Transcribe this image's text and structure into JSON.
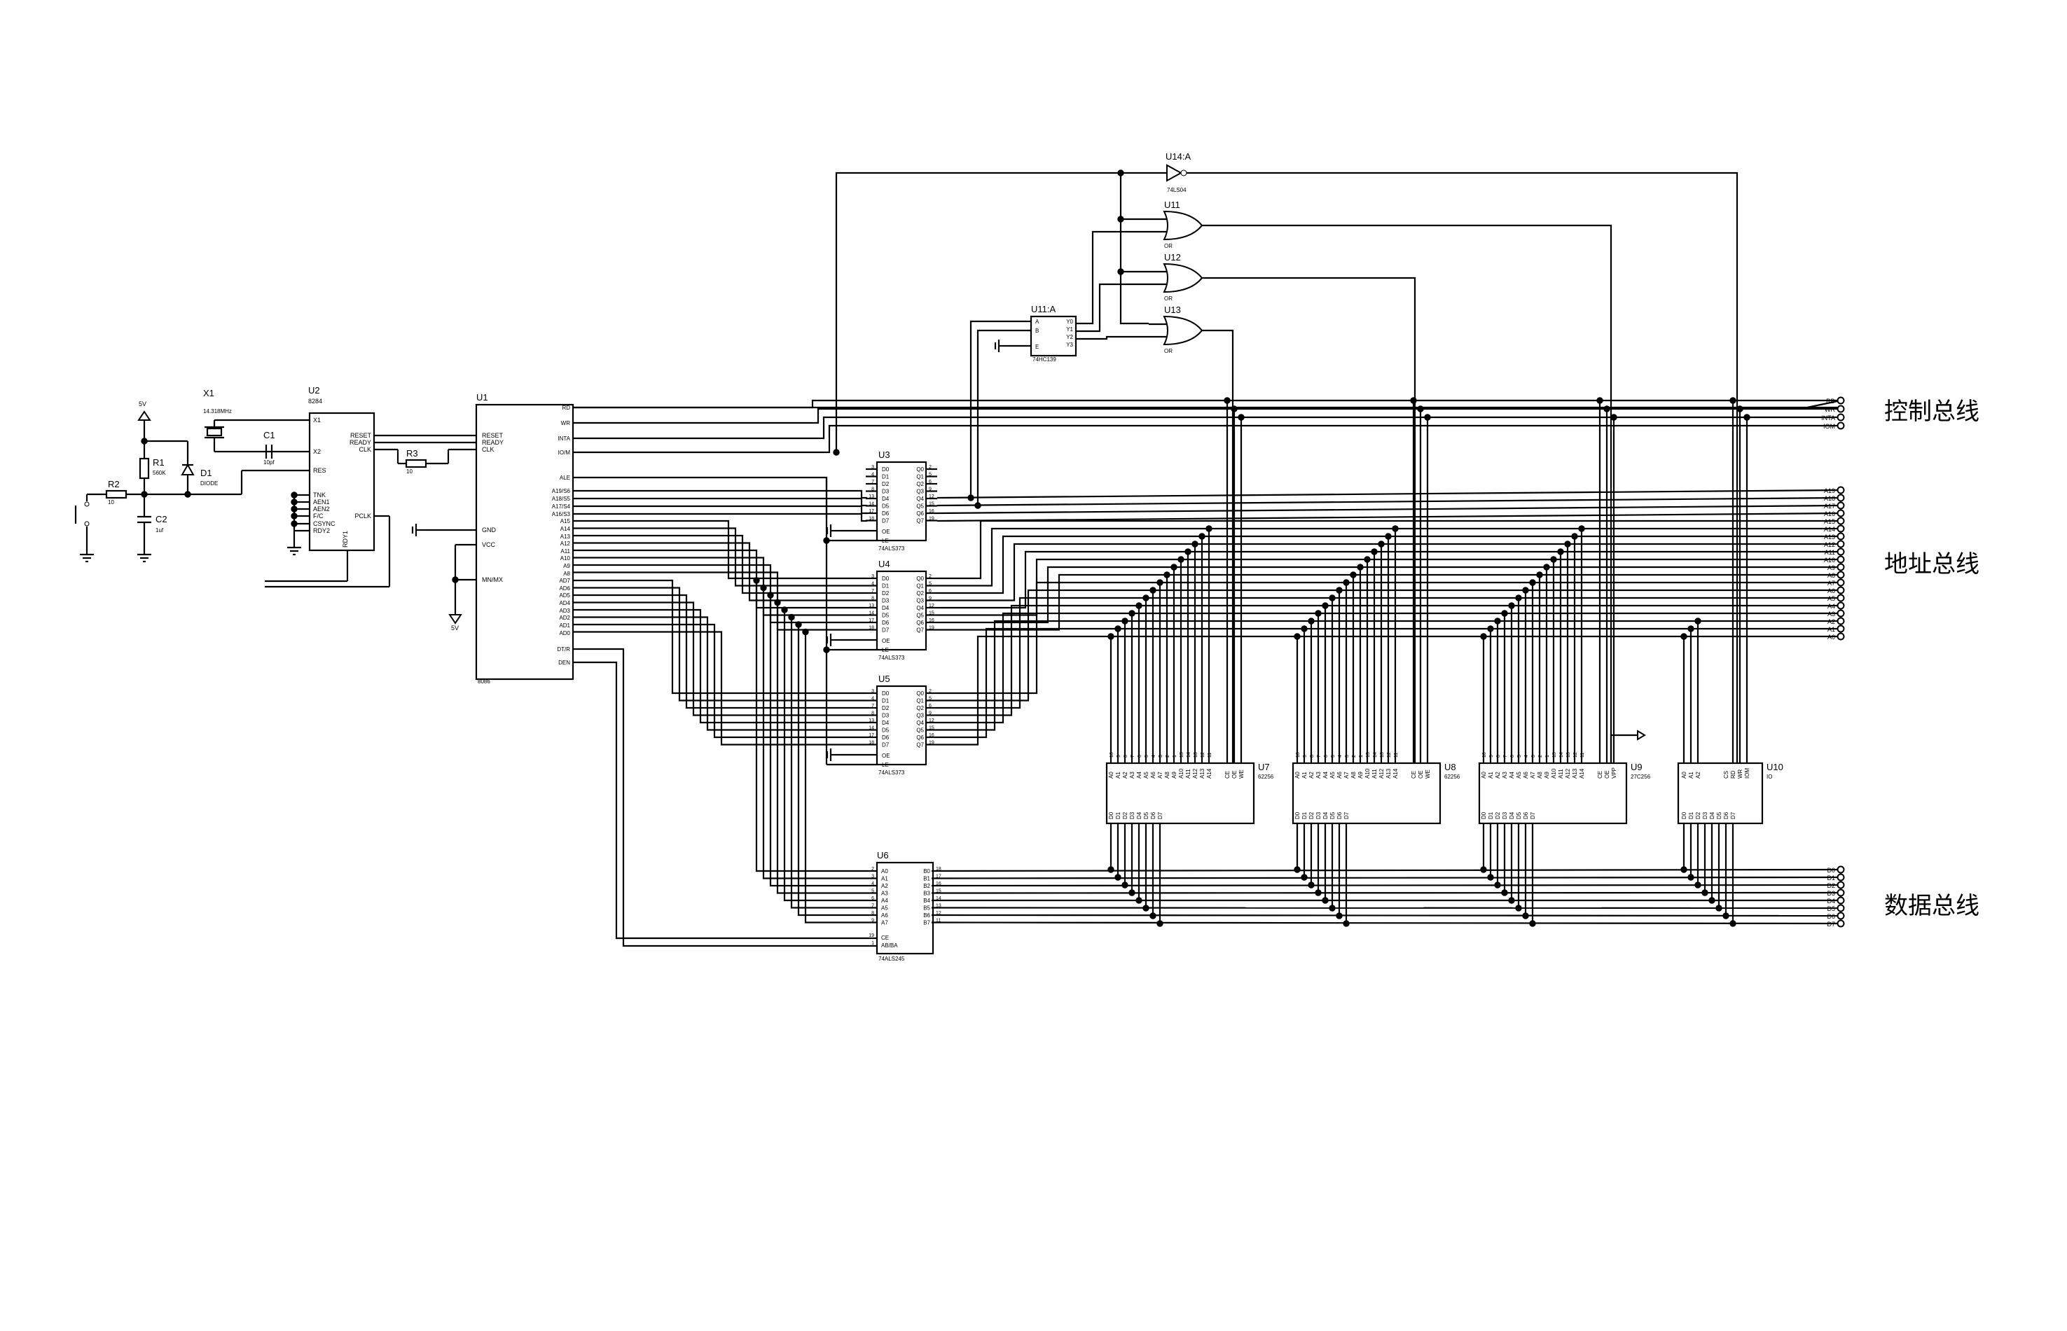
{
  "labels": {
    "control_bus": "控制总线",
    "address_bus": "地址总线",
    "data_bus": "数据总线"
  },
  "components": {
    "x1": {
      "ref": "X1",
      "value": "14.318MHz"
    },
    "c1": {
      "ref": "C1",
      "value": "10pf"
    },
    "u2": {
      "ref": "U2",
      "part": "8284",
      "left_pins": [
        "X1",
        "X2",
        "RES",
        "TNK",
        "AEN1",
        "AEN2",
        "F/C",
        "CSYNC",
        "RDY2"
      ],
      "right_pins": [
        "RESET",
        "READY",
        "CLK",
        "PCLK"
      ],
      "bottom_pin": "RDY1"
    },
    "r1": {
      "ref": "R1",
      "value": "560K"
    },
    "d1": {
      "ref": "D1",
      "value": "DIODE"
    },
    "r2": {
      "ref": "R2",
      "value": "10"
    },
    "c2": {
      "ref": "C2",
      "value": "1uf"
    },
    "r3": {
      "ref": "R3",
      "value": "10"
    },
    "vcc1": "5V",
    "vcc2": "5V",
    "u1": {
      "ref": "U1",
      "part": "8086",
      "left_pins": [
        "RESET",
        "READY",
        "CLK",
        "GND",
        "VCC",
        "MN/MX"
      ],
      "right_pins": [
        "RD",
        "WR",
        "INTA",
        "IO/M",
        "ALE",
        "A19/S6",
        "A18/S5",
        "A17/S4",
        "A16/S3",
        "A15",
        "A14",
        "A13",
        "A12",
        "A11",
        "A10",
        "A9",
        "A8",
        "AD7",
        "AD6",
        "AD5",
        "AD4",
        "AD3",
        "AD2",
        "AD1",
        "AD0",
        "DT/R",
        "DEN"
      ]
    },
    "latches": [
      {
        "ref": "U3",
        "part": "74ALS373",
        "in_nums": [
          "3",
          "4",
          "7",
          "8",
          "13",
          "14",
          "17",
          "18"
        ],
        "out_nums": [
          "2",
          "5",
          "6",
          "9",
          "12",
          "15",
          "16",
          "19"
        ]
      },
      {
        "ref": "U4",
        "part": "74ALS373",
        "in_nums": [
          "3",
          "4",
          "7",
          "8",
          "13",
          "14",
          "17",
          "18"
        ],
        "out_nums": [
          "2",
          "5",
          "6",
          "9",
          "12",
          "15",
          "16",
          "19"
        ]
      },
      {
        "ref": "U5",
        "part": "74ALS373",
        "in_nums": [
          "3",
          "4",
          "7",
          "8",
          "13",
          "14",
          "17",
          "18"
        ],
        "out_nums": [
          "2",
          "5",
          "6",
          "9",
          "12",
          "15",
          "16",
          "19"
        ]
      }
    ],
    "latch_in_pins": [
      "D0",
      "D1",
      "D2",
      "D3",
      "D4",
      "D5",
      "D6",
      "D7"
    ],
    "latch_out_pins": [
      "Q0",
      "Q1",
      "Q2",
      "Q3",
      "Q4",
      "Q5",
      "Q6",
      "Q7"
    ],
    "latch_ctrl": [
      "OE",
      "LE"
    ],
    "u6": {
      "ref": "U6",
      "part": "74ALS245",
      "a_pins": [
        "A0",
        "A1",
        "A2",
        "A3",
        "A4",
        "A5",
        "A6",
        "A7"
      ],
      "a_nums": [
        "2",
        "3",
        "4",
        "5",
        "6",
        "7",
        "8",
        "9"
      ],
      "b_pins": [
        "B0",
        "B1",
        "B2",
        "B3",
        "B4",
        "B5",
        "B6",
        "B7"
      ],
      "b_nums": [
        "18",
        "17",
        "16",
        "15",
        "14",
        "13",
        "12",
        "11"
      ],
      "ce": "CE",
      "ce_num": "19",
      "dir": "AB/BA",
      "dir_num": "1"
    },
    "u14": {
      "ref": "U14:A",
      "part": "74LS04"
    },
    "or_gates": [
      {
        "ref": "U11",
        "type": "OR"
      },
      {
        "ref": "U12",
        "type": "OR"
      },
      {
        "ref": "U13",
        "type": "OR"
      }
    ],
    "u11a": {
      "ref": "U11:A",
      "part": "74HC139",
      "left": [
        "A",
        "B",
        "E"
      ],
      "right": [
        "Y0",
        "Y1",
        "Y2",
        "Y3"
      ]
    },
    "memories": [
      {
        "ref": "U7",
        "part": "62256",
        "ctrl": [
          "CE",
          "OE",
          "WE"
        ]
      },
      {
        "ref": "U8",
        "part": "62256",
        "ctrl": [
          "CE",
          "OE",
          "WE"
        ]
      },
      {
        "ref": "U9",
        "part": "27C256",
        "ctrl": [
          "CE",
          "OE",
          "VPP"
        ]
      }
    ],
    "u10": {
      "ref": "U10",
      "part": "IO",
      "addr": [
        "A0",
        "A1",
        "A2"
      ],
      "ctrl": [
        "CS",
        "RD",
        "WR",
        "IOM"
      ]
    }
  },
  "buses": {
    "control": [
      "RD",
      "WR",
      "INTA",
      "IOM"
    ],
    "address": [
      "A19",
      "A18",
      "A17",
      "A16",
      "A15",
      "A14",
      "A13",
      "A12",
      "A11",
      "A10",
      "A9",
      "A8",
      "A7",
      "A6",
      "A5",
      "A4",
      "A3",
      "A2",
      "A1",
      "A0"
    ],
    "data": [
      "D0",
      "D1",
      "D2",
      "D3",
      "D4",
      "D5",
      "D6",
      "D7"
    ]
  },
  "colors": {
    "ink": "#000000",
    "background": "#ffffff"
  }
}
